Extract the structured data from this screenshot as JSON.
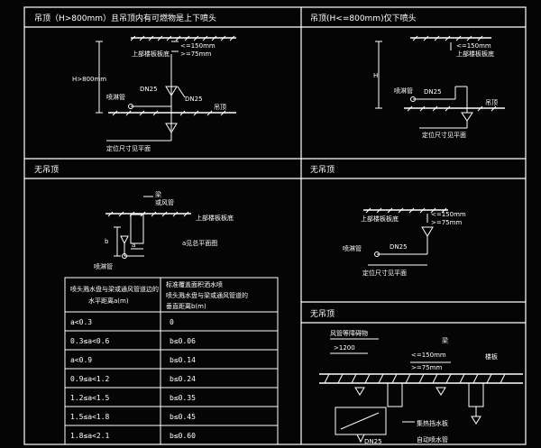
{
  "sections": {
    "s1_title": "吊顶（H>800mm）且吊顶内有可燃物是上下喷头",
    "s2_title": "吊顶(H<=800mm)仅下喷头",
    "s3_title": "无吊顶",
    "s4_title": "无吊顶",
    "s5_title": "无吊顶"
  },
  "labels": {
    "beam_bottom_1": "上部楼板板底",
    "beam_bottom_2": "上部楼板板底",
    "beam_bottom_3": "上部楼板板底",
    "beam_bottom_4": "上部楼板板底",
    "dim_150_1": "<=150mm",
    "dim_75_1": ">=75mm",
    "dim_150_2": "<=150mm",
    "dim_75_2": ">=75mm",
    "dim_150_3": "<=150mm",
    "dim_75_3": ">=75mm",
    "h_gt_800": "H>800mm",
    "h_label": "H",
    "dn25_1": "DN25",
    "dn25_2": "DN25",
    "dn25_3": "DN25",
    "dn25_4": "DN25",
    "dn25_5": "DN25",
    "sprinkler_pipe_1": "喷淋管",
    "sprinkler_pipe_2": "喷淋管",
    "sprinkler_pipe_3": "喷淋管",
    "sprinkler_pipe_4": "喷淋管",
    "ceiling_1": "吊顶",
    "ceiling_2": "吊顶",
    "locate_1": "定位尺寸见平面",
    "locate_2": "定位尺寸见平面",
    "locate_3": "定位尺寸见平面",
    "beam_or_duct": "梁",
    "beam_or_duct_2": "或风管",
    "a_note": "a见总平面图",
    "b_label": "b",
    "a_label": "a",
    "duct_fixture": "风管等障碍物",
    "gt_1200": ">1200",
    "beam_label": "梁",
    "floor_slab": "楼板",
    "collector_plate": "集热挡水板",
    "side_sprinkler": "自动喷水管",
    "dn25_bottom": "DN25"
  },
  "table": {
    "header_left_1": "喷头溅水盘与梁或通风管道边的",
    "header_left_2": "水平距离a(m)",
    "header_right_1": "标准覆盖面积洒水喷",
    "header_right_2": "喷头溅水盘与梁或通风管道的",
    "header_right_3": "垂直距离b(m)",
    "rows": [
      {
        "a": "a<0.3",
        "b": "0"
      },
      {
        "a": "0.3≤a<0.6",
        "b": "b≤0.06"
      },
      {
        "a": "a<0.9",
        "b": "b≤0.14"
      },
      {
        "a": "0.9≤a<1.2",
        "b": "b≤0.24"
      },
      {
        "a": "1.2≤a<1.5",
        "b": "b≤0.35"
      },
      {
        "a": "1.5≤a<1.8",
        "b": "b≤0.45"
      },
      {
        "a": "1.8≤a<2.1",
        "b": "b≤0.60"
      }
    ]
  }
}
